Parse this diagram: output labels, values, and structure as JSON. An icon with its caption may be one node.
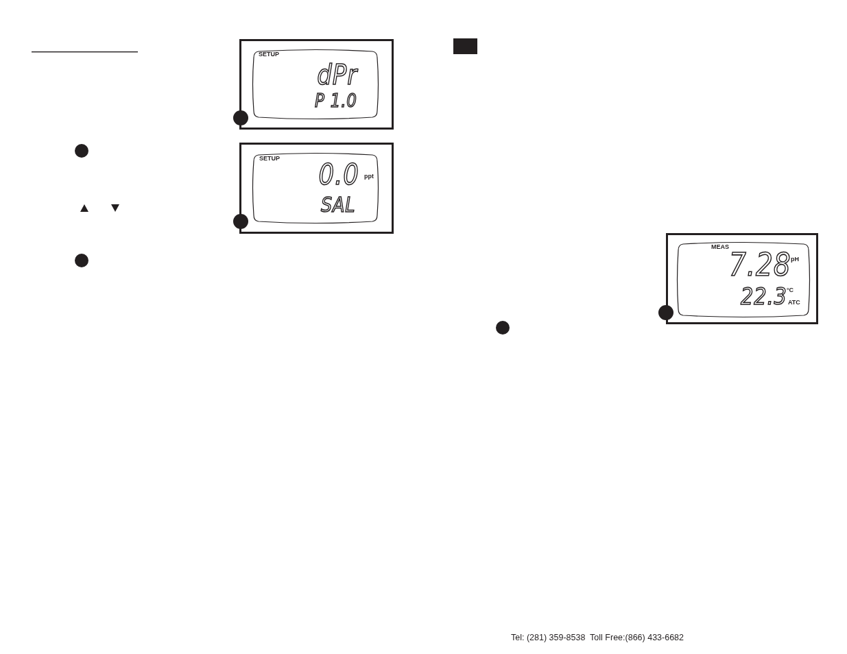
{
  "diagram": {
    "nodes": [
      {
        "text": [
          "SETUP",
          "dPr",
          "P 1.0"
        ]
      },
      {
        "text": [
          "SETUP",
          "0.0",
          "ppt",
          "SAL"
        ]
      },
      {
        "text": [
          "MEAS",
          "7.28",
          "pH",
          "22.3",
          "°C",
          "ATC"
        ]
      }
    ],
    "labels": [
      "Tel: (281) 359-8538  Toll Free:(866) 433-6682"
    ]
  }
}
